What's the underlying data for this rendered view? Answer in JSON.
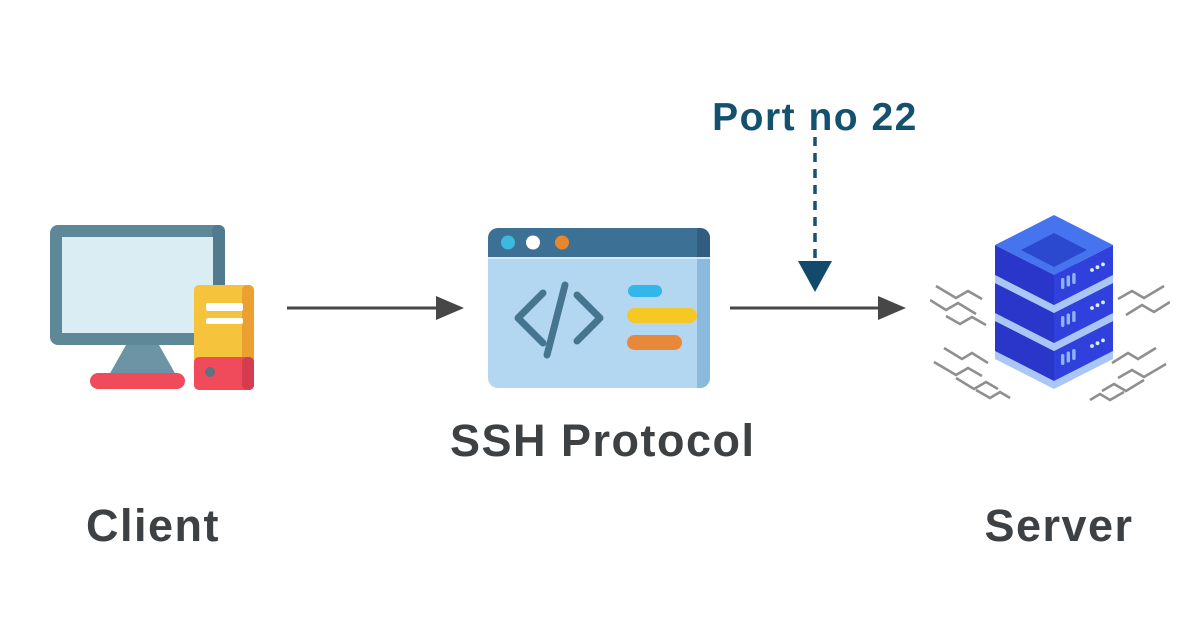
{
  "diagram": {
    "annotation": {
      "label": "Port no 22",
      "points_to": "ssh-to-server-connection"
    },
    "nodes": [
      {
        "id": "client",
        "label": "Client",
        "icon": "desktop-computer-icon"
      },
      {
        "id": "ssh-protocol",
        "label": "SSH Protocol",
        "icon": "code-window-icon"
      },
      {
        "id": "server",
        "label": "Server",
        "icon": "server-stack-icon"
      }
    ],
    "edges": [
      {
        "from": "client",
        "to": "ssh-protocol",
        "style": "solid-arrow"
      },
      {
        "from": "ssh-protocol",
        "to": "server",
        "style": "solid-arrow"
      },
      {
        "from": "port-annotation",
        "to": "ssh-to-server-connection",
        "style": "dashed-arrow"
      }
    ],
    "colors": {
      "background": "#ffffff",
      "label_text": "#3e4143",
      "annotation_text": "#14516f",
      "arrow": "#474747",
      "dashed_arrow": "#1c4f6e",
      "client_monitor_frame": "#5e8798",
      "client_screen": "#d9edf2",
      "client_tower_yellow": "#f6c33d",
      "client_red": "#ef4b5b",
      "ssh_titlebar": "#3c7094",
      "ssh_body": "#b3d7f0",
      "ssh_code_glyph": "#46758f",
      "ssh_bar_cyan": "#35b6e8",
      "ssh_bar_yellow": "#f5c826",
      "ssh_bar_orange": "#e8883a",
      "server_top_face": "#4673ee",
      "server_left_face": "#2a36c9",
      "server_right_face": "#3040dd",
      "server_rim": "#a9c6f4",
      "server_trace": "#8f8f8f"
    }
  }
}
